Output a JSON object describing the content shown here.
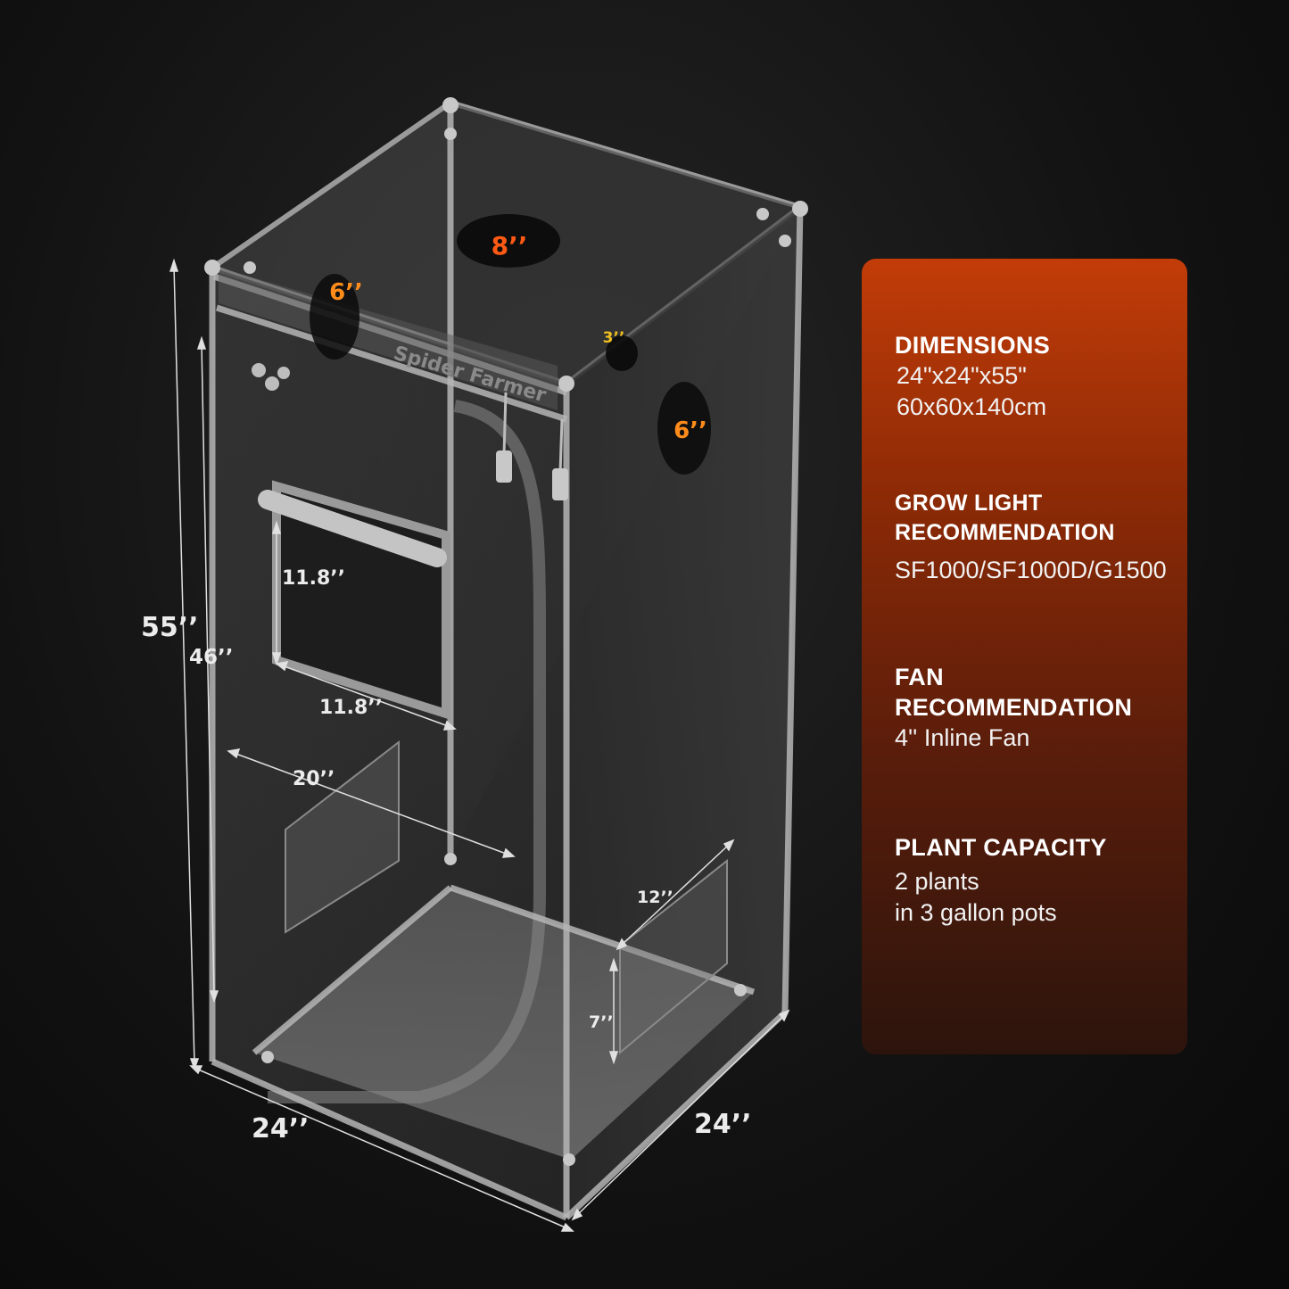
{
  "figure": {
    "brand": "Spider Farmer",
    "dimensions": {
      "height_outer": "55’’",
      "height_door": "46’’",
      "window_height": "11.8’’",
      "window_width": "11.8’’",
      "door_width": "20’’",
      "side_window_width": "12’’",
      "side_window_height": "7’’",
      "width_front": "24’’",
      "width_side": "24’’"
    },
    "holes": {
      "top_center": "8’’",
      "top_left": "6’’",
      "side_small": "3’’",
      "side_large": "6’’"
    },
    "colors": {
      "hole_8": "#ff5a14",
      "hole_6": "#ff8c1a",
      "hole_3": "#f0c020"
    }
  },
  "specs": {
    "dimensions": {
      "heading": "DIMENSIONS",
      "lines": [
        "24\"x24\"x55\"",
        "60x60x140cm"
      ]
    },
    "grow_light": {
      "heading_line1": "GROW LIGHT",
      "heading_line2": "RECOMMENDATION",
      "lines": [
        "SF1000/SF1000D/G1500"
      ]
    },
    "fan": {
      "heading_line1": "FAN",
      "heading_line2": "RECOMMENDATION",
      "lines": [
        "4'' Inline Fan"
      ]
    },
    "plant_capacity": {
      "heading": "PLANT CAPACITY",
      "lines": [
        "2 plants",
        "in 3 gallon pots"
      ]
    },
    "colors": {
      "panel_top": "#c23c08",
      "panel_bottom": "#2c140c"
    }
  }
}
